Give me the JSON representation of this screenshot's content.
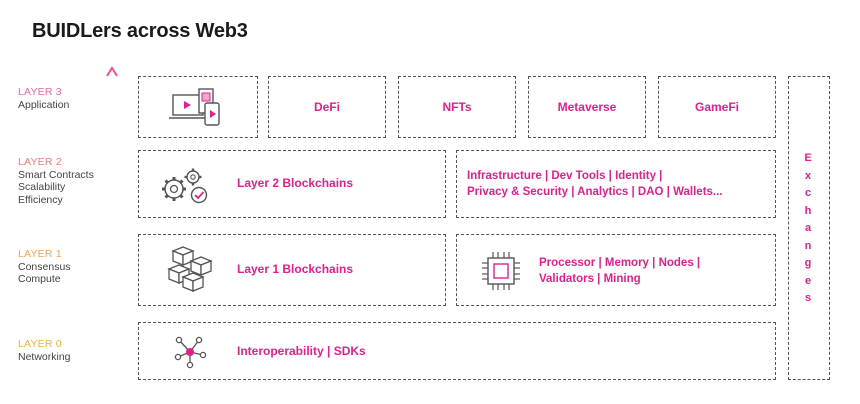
{
  "title": "BUIDLers across Web3",
  "layers": [
    {
      "name": "LAYER 3",
      "desc": [
        "Application"
      ]
    },
    {
      "name": "LAYER 2",
      "desc": [
        "Smart Contracts",
        "Scalability",
        "Efficiency"
      ]
    },
    {
      "name": "LAYER 1",
      "desc": [
        "Consensus",
        "Compute"
      ]
    },
    {
      "name": "LAYER 0",
      "desc": [
        "Networking"
      ]
    }
  ],
  "app_boxes": [
    "DeFi",
    "NFTs",
    "Metaverse",
    "GameFi"
  ],
  "layer2": {
    "label": "Layer 2 Blockchains",
    "tools_line1": "Infrastructure | Dev Tools | Identity |",
    "tools_line2": "Privacy & Security | Analytics | DAO | Wallets..."
  },
  "layer1": {
    "label": "Layer 1 Blockchains",
    "compute_line1": "Processor | Memory | Nodes |",
    "compute_line2": "Validators | Mining"
  },
  "layer0": {
    "label": "Interoperability | SDKs"
  },
  "exchanges": "Exchanges",
  "icons": [
    "devices-icon",
    "gears-icon",
    "cubes-icon",
    "chip-icon",
    "network-icon"
  ],
  "colors": {
    "accent": "#e0218a",
    "text": "#1a1a1a",
    "dashed": "#555555"
  }
}
